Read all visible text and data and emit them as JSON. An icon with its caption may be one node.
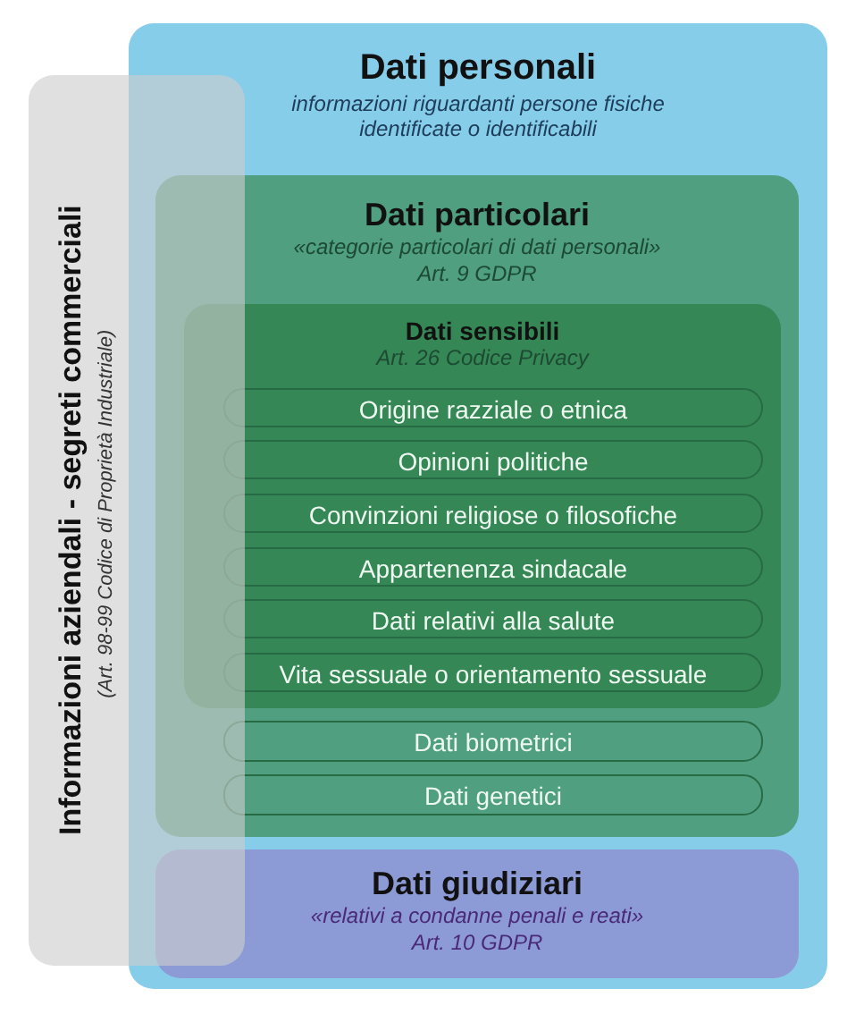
{
  "diagram": {
    "nodes": [
      {
        "text": [
          "Dati personali",
          "informazioni riguardanti persone fisiche identificate o identificabili"
        ]
      },
      {
        "text": [
          "Dati particolari",
          "«categorie particolari di dati personali»",
          "Art. 9 GDPR"
        ],
        "in": 0
      },
      {
        "text": [
          "Dati sensibili",
          "Art. 26 Codice Privacy"
        ],
        "in": 1
      },
      {
        "text": [
          "Origine razziale o etnica"
        ],
        "in": 2
      },
      {
        "text": [
          "Opinioni politiche"
        ],
        "in": 2
      },
      {
        "text": [
          "Convinzioni religiose o filosofiche"
        ],
        "in": 2
      },
      {
        "text": [
          "Appartenenza sindacale"
        ],
        "in": 2
      },
      {
        "text": [
          "Dati relativi alla salute"
        ],
        "in": 2
      },
      {
        "text": [
          "Vita sessuale o orientamento sessuale"
        ],
        "in": 2
      },
      {
        "text": [
          "Dati biometrici"
        ],
        "in": 1
      },
      {
        "text": [
          "Dati genetici"
        ],
        "in": 1
      },
      {
        "text": [
          "Dati giudiziari",
          "«relativi a condanne penali e reati»",
          "Art. 10 GDPR"
        ],
        "in": 0
      },
      {
        "text": [
          "Informazioni aziendali - segreti commerciali",
          "(Art. 98-99 Codice di Proprietà Industriale)"
        ]
      }
    ]
  }
}
